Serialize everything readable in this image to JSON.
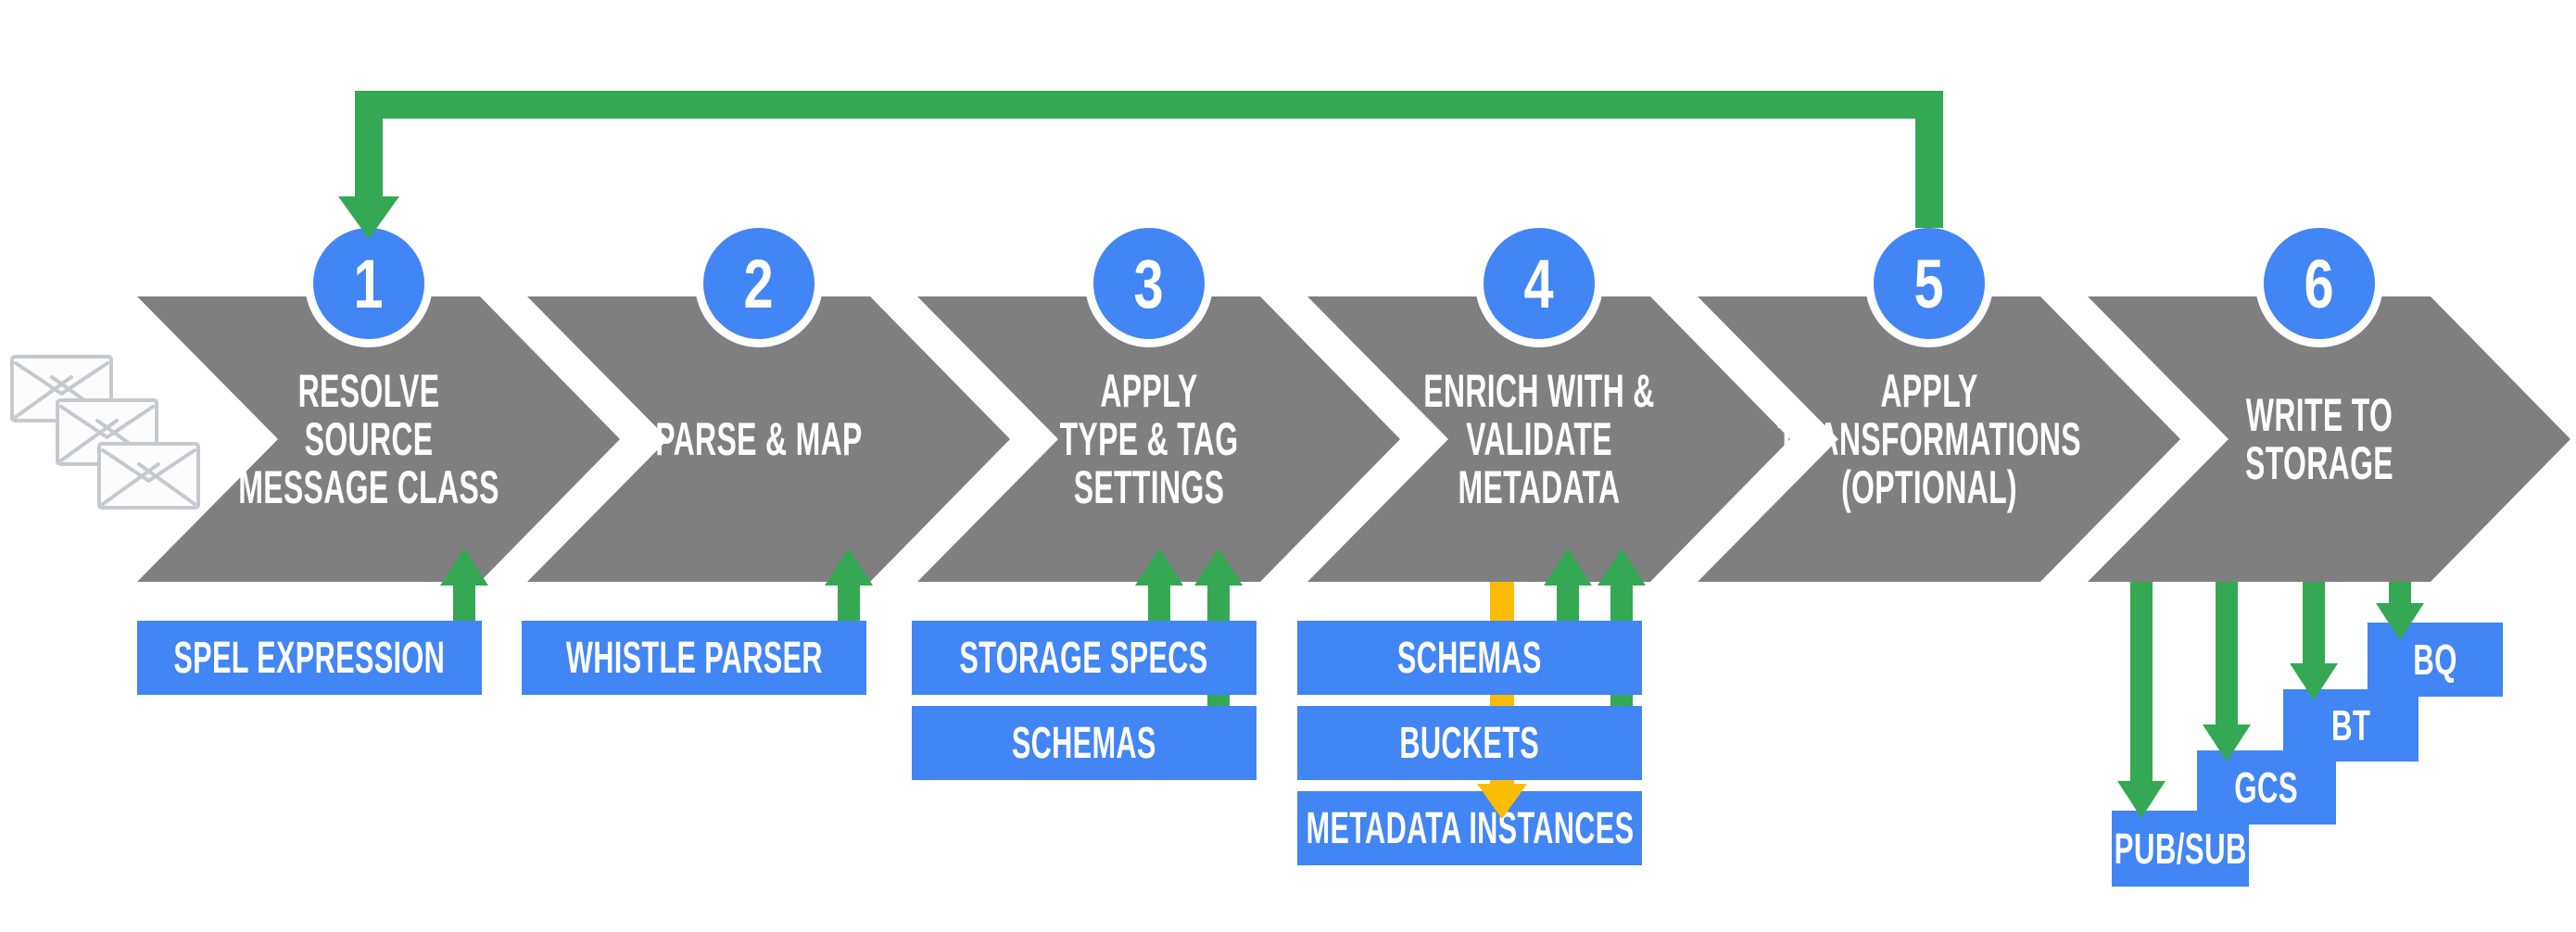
{
  "diagram": {
    "kind": "numbered-chevron-pipeline",
    "feedback_loop": {
      "from_step": "5",
      "to_step": "1"
    }
  },
  "colors": {
    "step_gray": "#7f7f7f",
    "accent_blue": "#4285f4",
    "arrow_green": "#34a853",
    "arrow_yellow": "#fbbc04",
    "envelope_stroke": "#c3c9cf",
    "text_white": "#ffffff"
  },
  "source": {
    "icon": "envelope-stack-icon",
    "count": 3
  },
  "steps": [
    {
      "number": "1",
      "lines": [
        "RESOLVE",
        "SOURCE",
        "MESSAGE CLASS"
      ],
      "inputs": [
        "SPEL EXPRESSION"
      ]
    },
    {
      "number": "2",
      "lines": [
        "PARSE & MAP"
      ],
      "inputs": [
        "WHISTLE PARSER"
      ]
    },
    {
      "number": "3",
      "lines": [
        "APPLY",
        "TYPE & TAG",
        "SETTINGS"
      ],
      "inputs": [
        "STORAGE SPECS",
        "SCHEMAS"
      ]
    },
    {
      "number": "4",
      "lines": [
        "ENRICH WITH &",
        "VALIDATE",
        "METADATA"
      ],
      "inputs": [
        "SCHEMAS",
        "BUCKETS",
        "METADATA INSTANCES"
      ]
    },
    {
      "number": "5",
      "lines": [
        "APPLY",
        "TRANSFORMATIONS",
        "(OPTIONAL)"
      ],
      "inputs": []
    },
    {
      "number": "6",
      "lines": [
        "WRITE TO",
        "STORAGE"
      ],
      "outputs": [
        "PUB/SUB",
        "GCS",
        "BT",
        "BQ"
      ]
    }
  ]
}
